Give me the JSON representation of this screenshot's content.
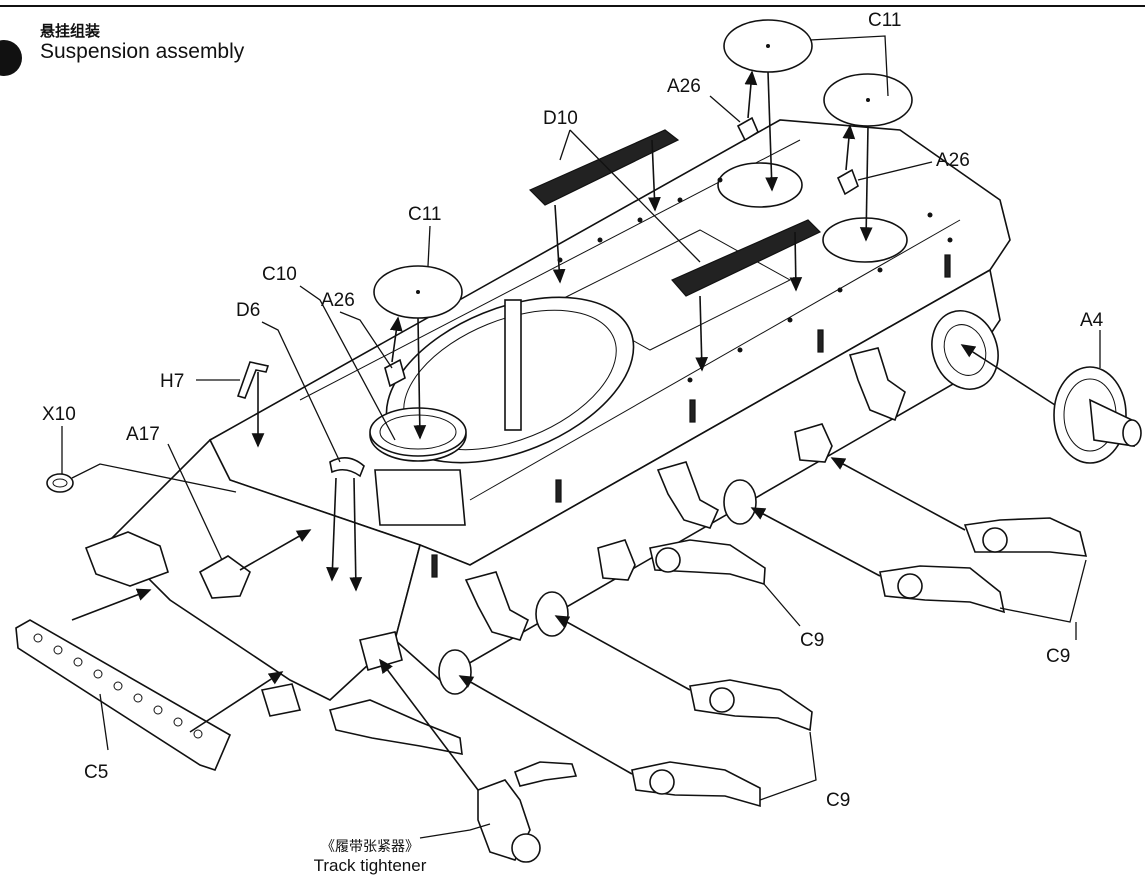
{
  "step": {
    "title_zh": "悬挂组装",
    "title_en": "Suspension assembly"
  },
  "parts": {
    "c11_top": "C11",
    "a26_top_left": "A26",
    "a26_top_right": "A26",
    "d10": "D10",
    "c11_mid": "C11",
    "c10": "C10",
    "a26_mid": "A26",
    "d6": "D6",
    "h7": "H7",
    "x10": "X10",
    "a17": "A17",
    "a4": "A4",
    "c9_a": "C9",
    "c9_b": "C9",
    "c9_c": "C9",
    "c5": "C5"
  },
  "note": {
    "zh": "《履带张紧器》",
    "en": "Track tightener"
  }
}
